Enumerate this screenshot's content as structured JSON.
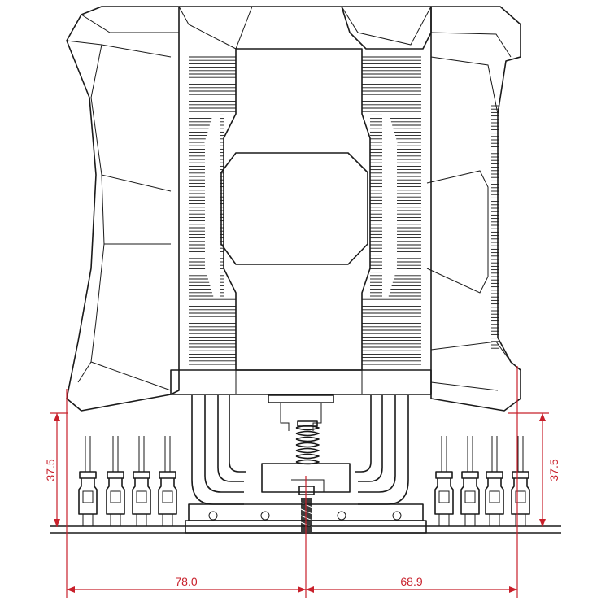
{
  "colors": {
    "line": "#1a1a1a",
    "dimension": "#c8202b",
    "background": "#ffffff"
  },
  "dimensions": {
    "height_left": "37.5",
    "height_right": "37.5",
    "offset_left": "78.0",
    "offset_right": "68.9"
  }
}
